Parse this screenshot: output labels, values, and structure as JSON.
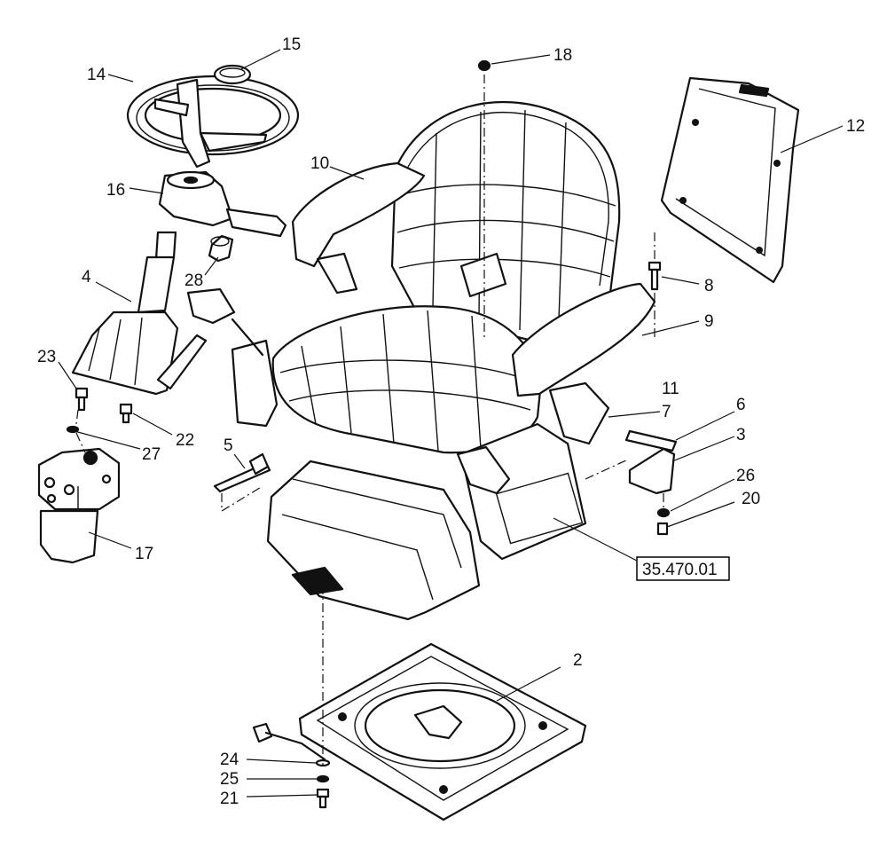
{
  "diagram": {
    "type": "exploded-parts-view",
    "callouts": {
      "c2": "2",
      "c3": "3",
      "c4": "4",
      "c5": "5",
      "c6": "6",
      "c7": "7",
      "c8": "8",
      "c9": "9",
      "c10": "10",
      "c11": "11",
      "c12": "12",
      "c14": "14",
      "c15": "15",
      "c16": "16",
      "c17": "17",
      "c18": "18",
      "c20": "20",
      "c21": "21",
      "c22": "22",
      "c23": "23",
      "c24": "24",
      "c25": "25",
      "c26": "26",
      "c27": "27",
      "c28": "28"
    },
    "reference": "35.470.01"
  }
}
